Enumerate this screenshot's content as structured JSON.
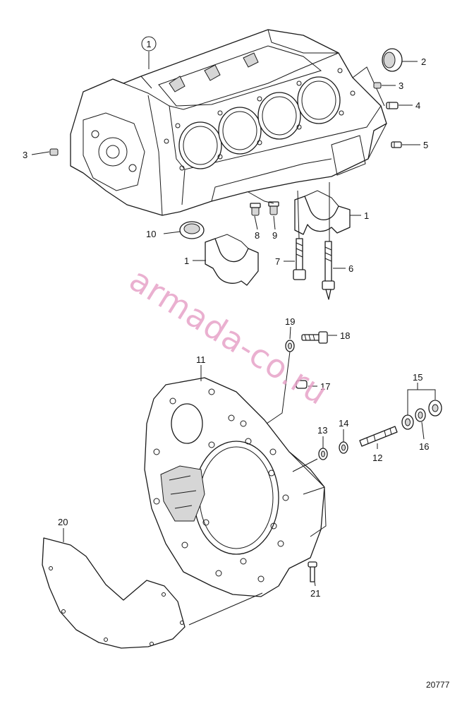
{
  "figure_number": "20777",
  "watermark": "armada-co.ru",
  "callouts": {
    "c1_block": "1",
    "c2": "2",
    "c3_right": "3",
    "c3_left": "3",
    "c4": "4",
    "c5": "5",
    "c10": "10",
    "c8": "8",
    "c9": "9",
    "c1_cap_right": "1",
    "c1_cap_left": "1",
    "c7": "7",
    "c6": "6",
    "c19": "19",
    "c18": "18",
    "c11": "11",
    "c17": "17",
    "c15": "15",
    "c13": "13",
    "c14": "14",
    "c12": "12",
    "c16": "16",
    "c20": "20",
    "c21": "21"
  },
  "colors": {
    "line": "#1a1a1a",
    "watermark": "#e7a3c8",
    "shade": "#d6d6d6"
  }
}
